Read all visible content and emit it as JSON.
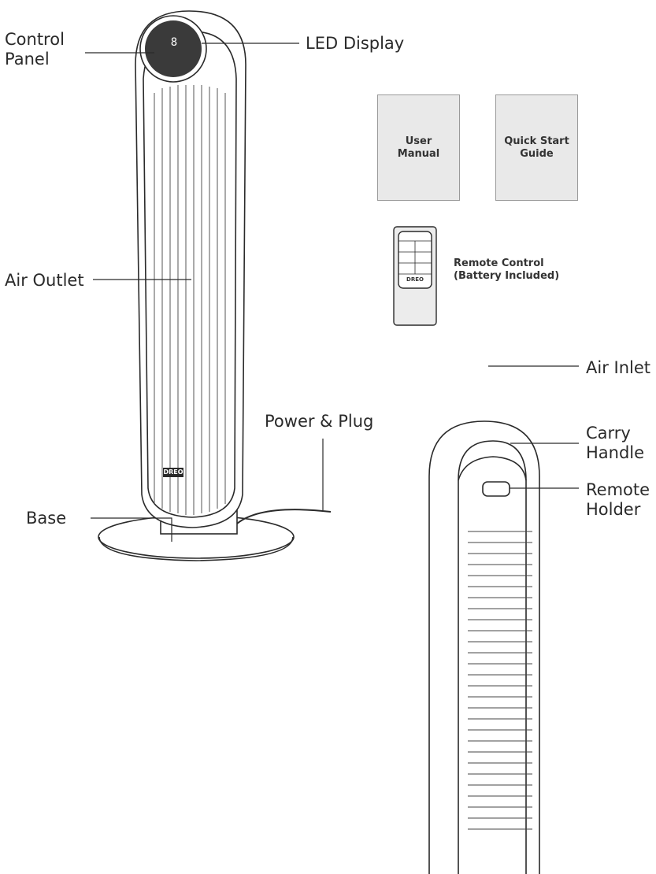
{
  "callouts": {
    "control_panel": [
      "Control",
      "Panel"
    ],
    "led_display": "LED Display",
    "air_outlet": "Air Outlet",
    "power_plug": "Power & Plug",
    "base": "Base",
    "carry_handle": [
      "Carry",
      "Handle"
    ],
    "remote_holder": [
      "Remote",
      "Holder"
    ],
    "air_inlet": "Air Inlet"
  },
  "accessories": {
    "user_manual": [
      "User",
      "Manual"
    ],
    "quick_start_guide": [
      "Quick Start",
      "Guide"
    ],
    "remote_control": [
      "Remote Control",
      "(Battery Included)"
    ]
  },
  "product": {
    "logo_text": "DREO",
    "display_digits": "8"
  }
}
